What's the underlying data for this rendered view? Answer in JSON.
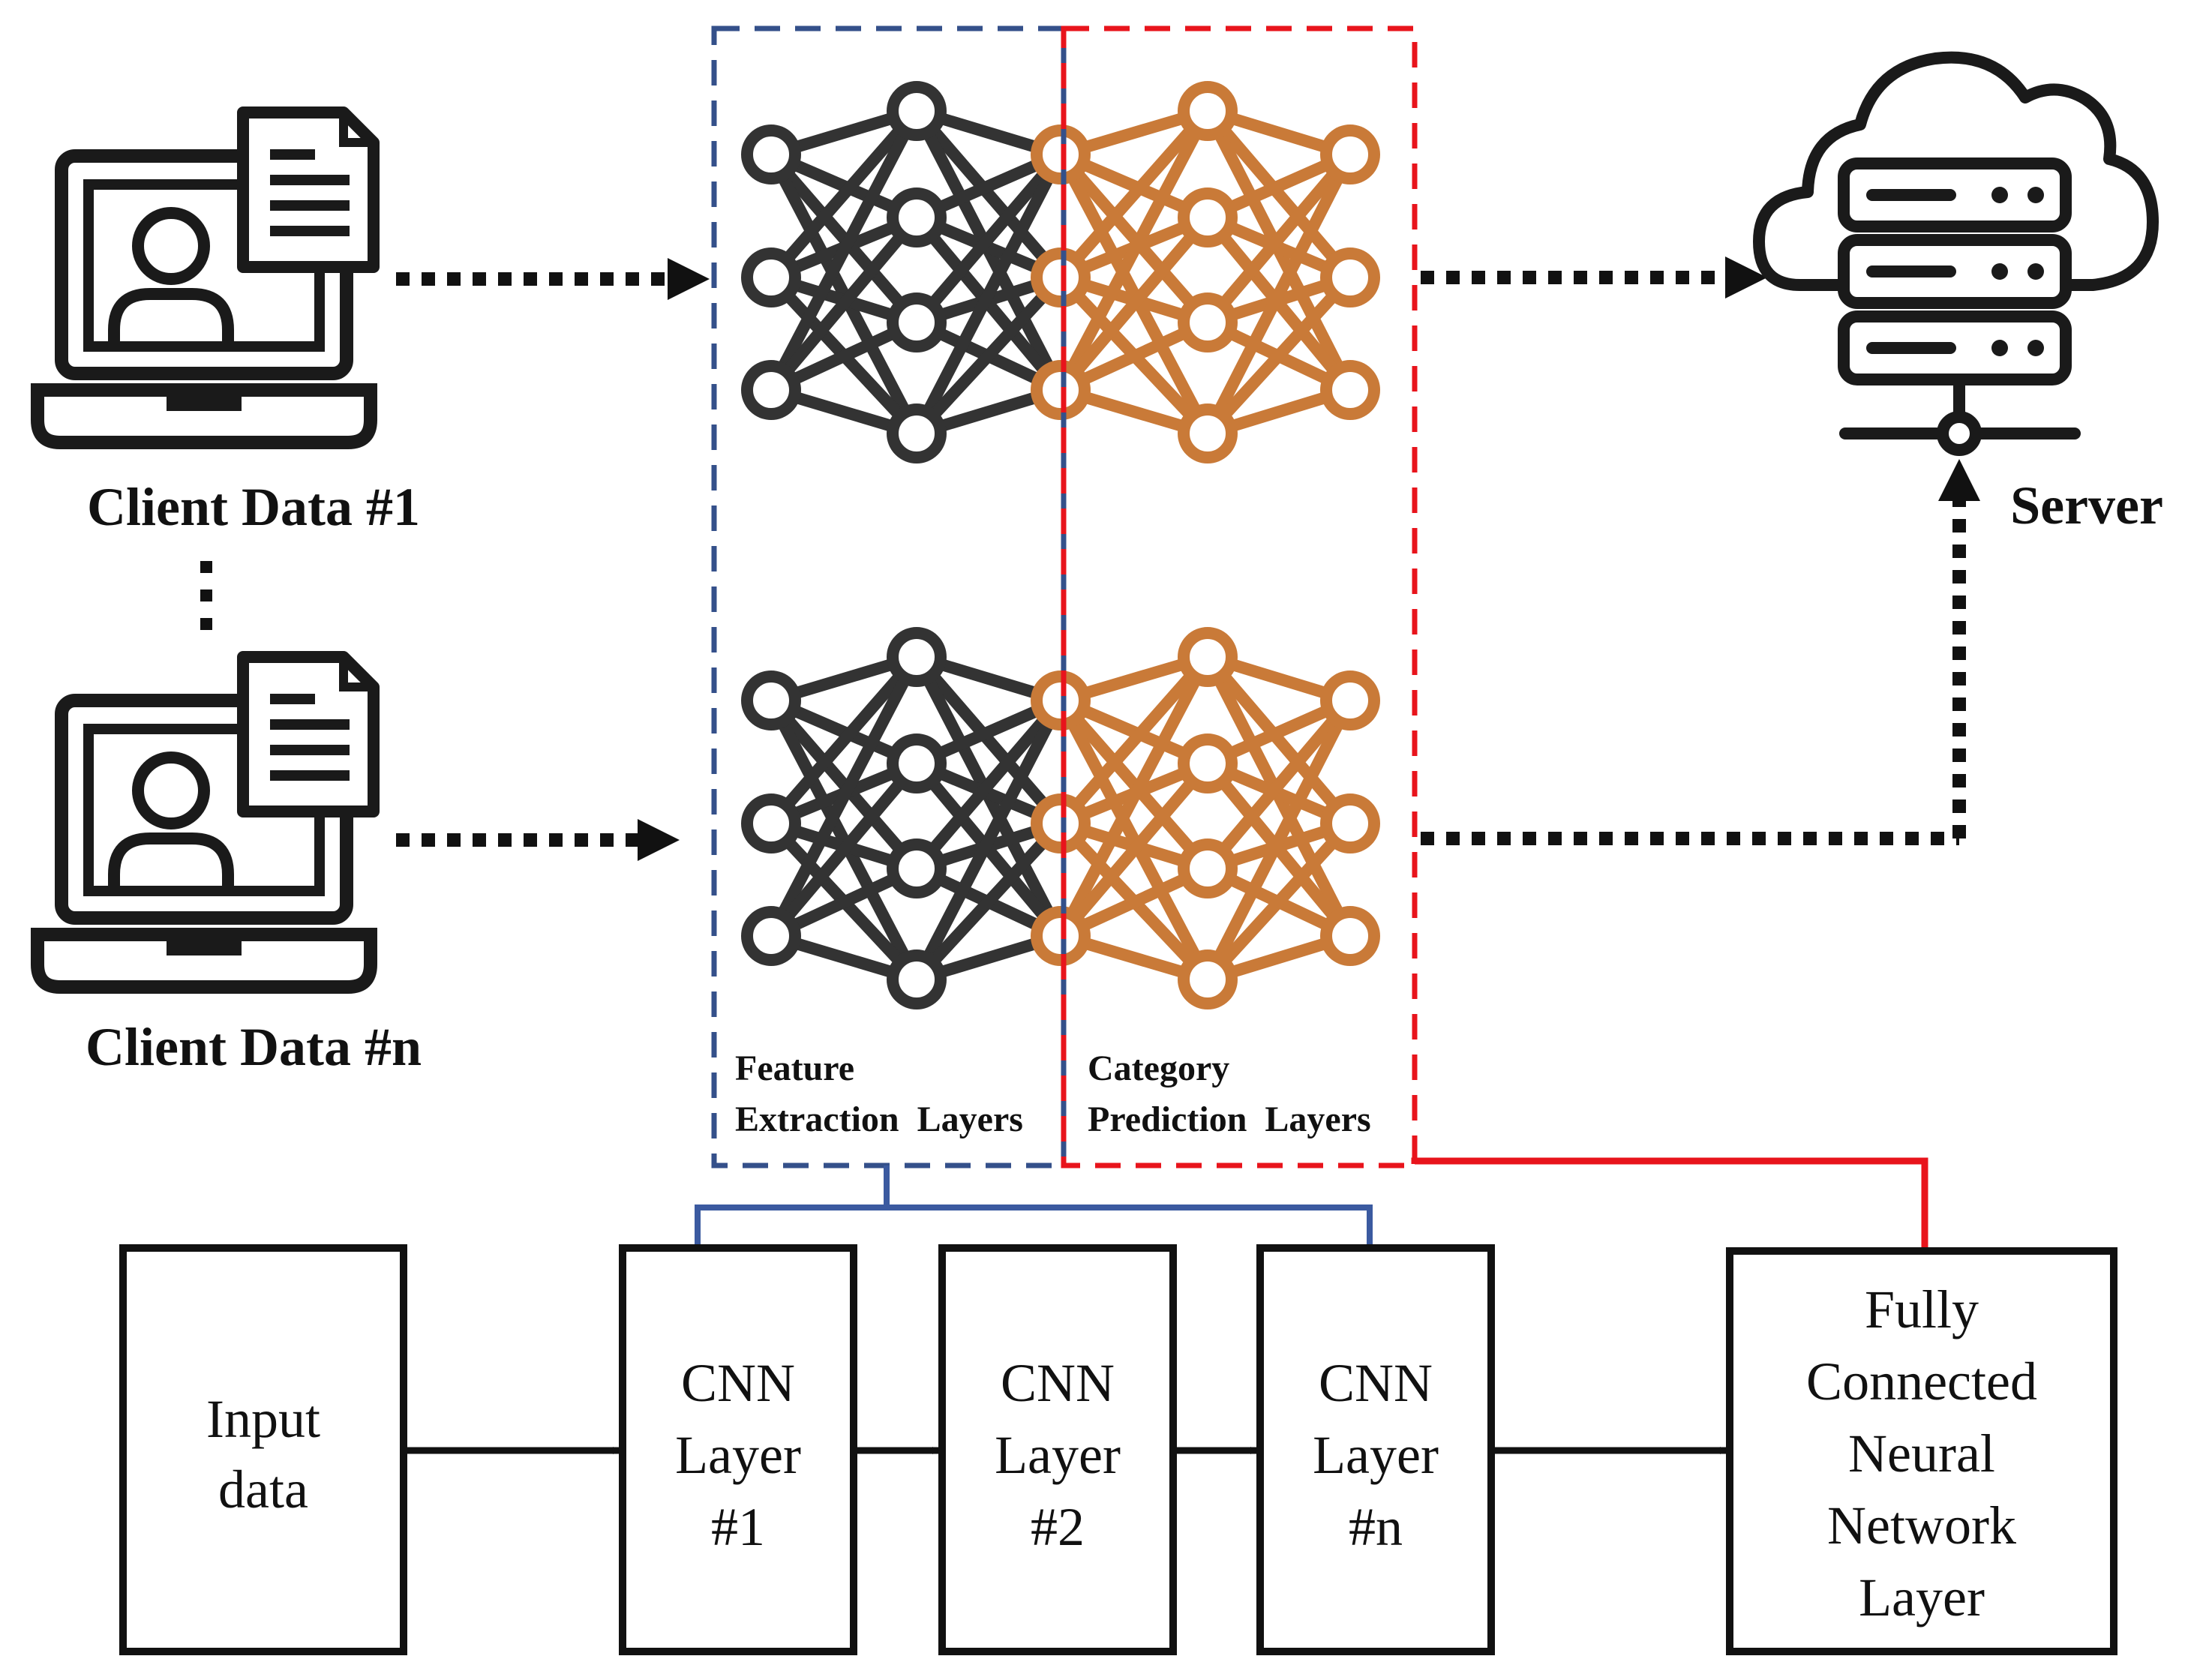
{
  "colors": {
    "ink": "#222222",
    "feature_nodes": "#333333",
    "prediction_nodes": "#C97A38",
    "feature_border": "#34508A",
    "prediction_border": "#E8141C",
    "blue_bracket": "#3B5AA0",
    "red_connector": "#E8141C"
  },
  "clients": [
    {
      "label": "Client Data #1",
      "icon": "laptop-with-user-and-document-icon"
    },
    {
      "label": "Client Data #n",
      "icon": "laptop-with-user-and-document-icon"
    }
  ],
  "server": {
    "label": "Server",
    "icon": "cloud-server-icon"
  },
  "regions": {
    "feature": {
      "line1": "Feature",
      "line2": "Extraction  Layers"
    },
    "prediction": {
      "line1": "Category",
      "line2": "Prediction  Layers"
    }
  },
  "pipeline": {
    "input": {
      "lines": [
        "Input",
        "data"
      ]
    },
    "cnn_layers": [
      {
        "lines": [
          "CNN",
          "Layer",
          "#1"
        ]
      },
      {
        "lines": [
          "CNN",
          "Layer",
          "#2"
        ]
      },
      {
        "lines": [
          "CNN",
          "Layer",
          "#n"
        ]
      }
    ],
    "fc_layer": {
      "lines": [
        "Fully",
        "Connected",
        "Neural",
        "Network",
        "Layer"
      ]
    }
  }
}
